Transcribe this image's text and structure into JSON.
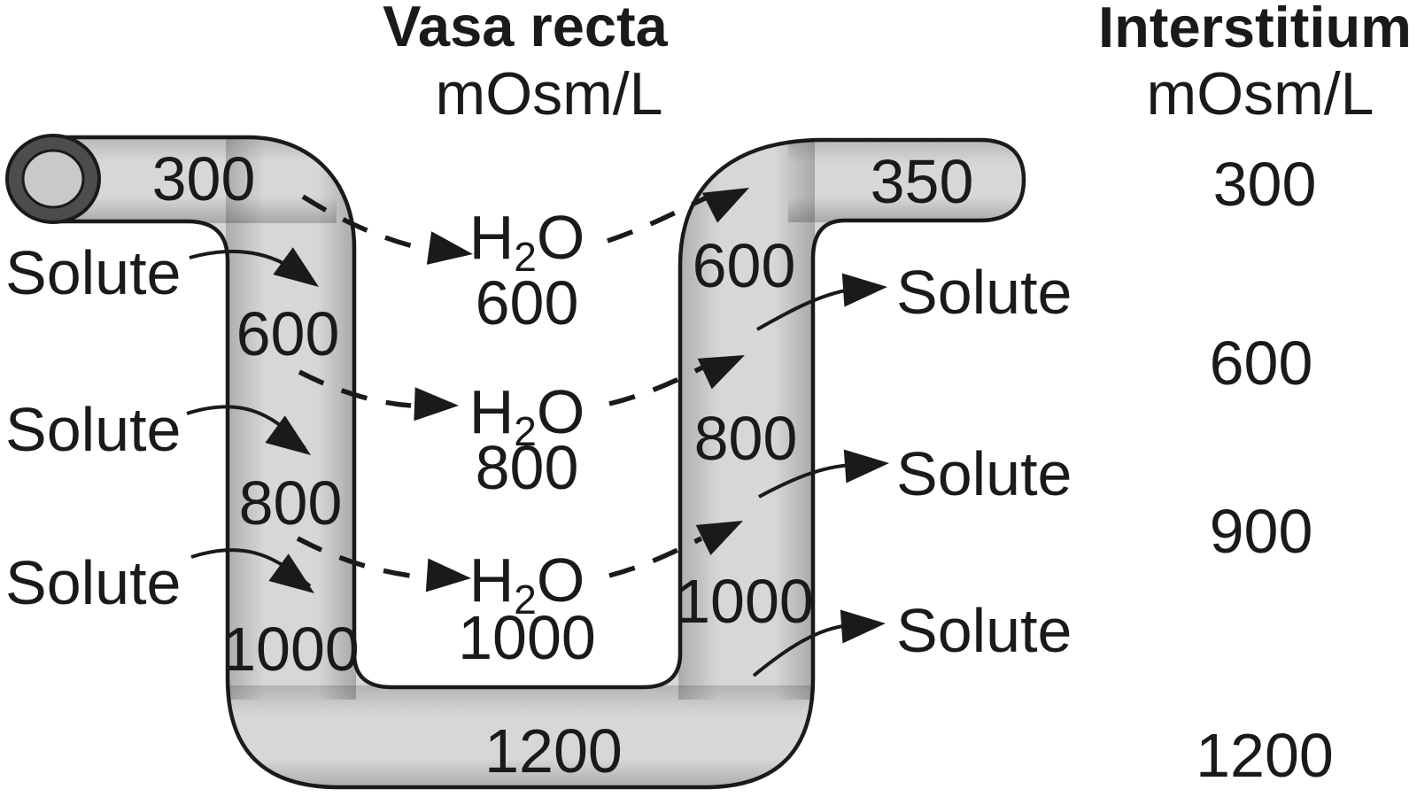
{
  "colors": {
    "tube_fill": "#d7d7d7",
    "tube_outline": "#1c1c1c",
    "text": "#1a1a1a"
  },
  "vasa_recta": {
    "title": "Vasa recta",
    "unit": "mOsm/L"
  },
  "interstitium": {
    "title": "Interstitium",
    "unit": "mOsm/L",
    "values": [
      "300",
      "600",
      "900",
      "1200"
    ]
  },
  "tube_values": {
    "inlet": "300",
    "outlet": "350",
    "descending": [
      "600",
      "800",
      "1000"
    ],
    "ascending": [
      "600",
      "800",
      "1000"
    ],
    "bottom": "1200"
  },
  "water": {
    "pre": "H",
    "sub": "2",
    "post": "O",
    "values": [
      "600",
      "800",
      "1000"
    ]
  },
  "solute": {
    "label": "Solute"
  }
}
